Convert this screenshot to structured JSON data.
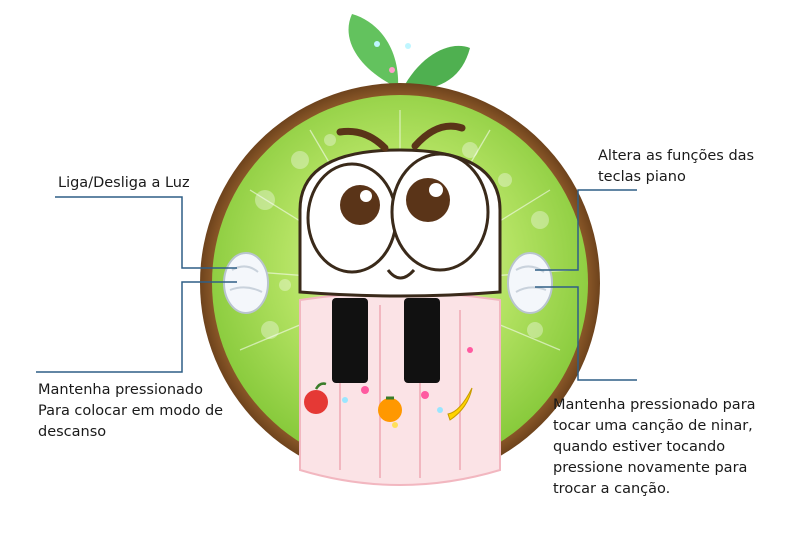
{
  "callouts": {
    "light": "Liga/Desliga a Luz",
    "piano_keys": "Altera as funções das\nteclas piano",
    "rest_mode": "Mantenha pressionado\nPara colocar em modo de\ndescanso",
    "lullaby": "Mantenha pressionado para\ntocar uma canção de ninar,\nquando estiver tocando\npressione novamente para\ntrocar a canção."
  },
  "colors": {
    "callout_line": "#2f5f86",
    "rind": "#8a5a2b",
    "flesh": "#9fd650",
    "flesh_light": "#d6f29c",
    "leaf": "#5cbf5a",
    "key_white": "#fbe3e6",
    "key_black": "#111111"
  },
  "icons": [
    "apple-icon",
    "orange-icon",
    "banana-icon"
  ]
}
